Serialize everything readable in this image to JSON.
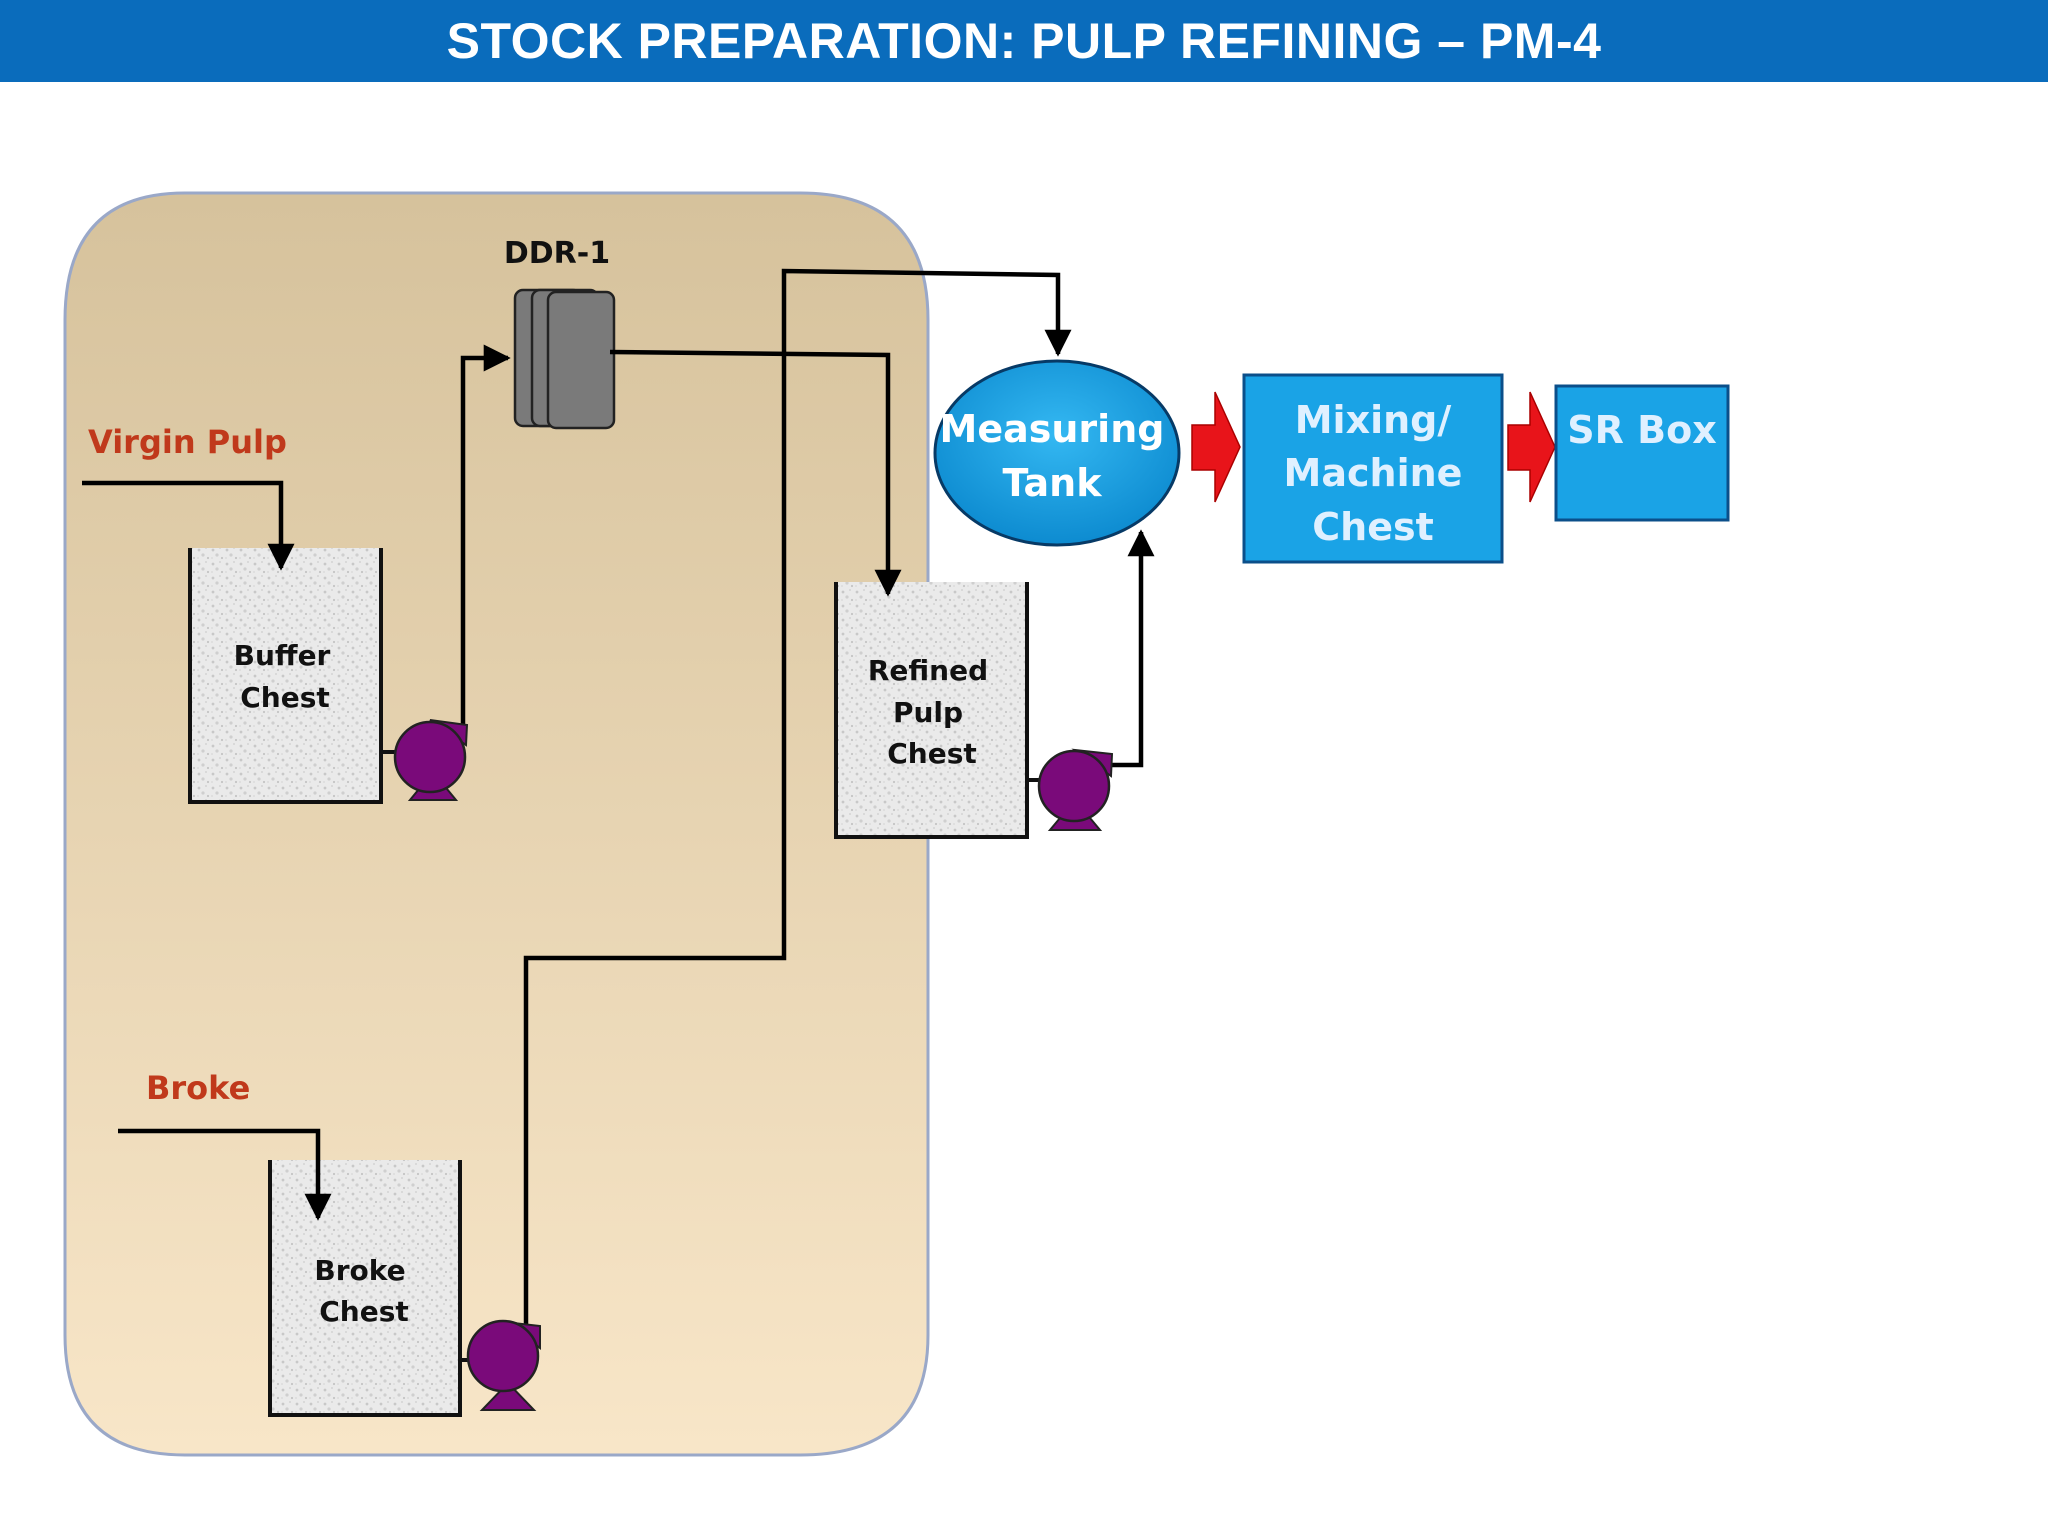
{
  "title": "STOCK PREPARATION: PULP REFINING – PM-4",
  "labels": {
    "virgin_pulp": "Virgin Pulp",
    "broke": "Broke",
    "refiner": "DDR-1"
  },
  "chests": {
    "buffer": [
      "Buffer",
      "Chest"
    ],
    "broke": [
      "Broke",
      "Chest"
    ],
    "refined": [
      "Refined",
      "Pulp",
      "Chest"
    ]
  },
  "process_boxes": {
    "measuring_tank": [
      "Measuring",
      "Tank"
    ],
    "mixing_chest": [
      "Mixing/",
      "Machine",
      "Chest"
    ],
    "sr_box": [
      "SR Box"
    ]
  },
  "colors": {
    "title_bar": "#0a6cbc",
    "area_fill": "#e3cfa6",
    "process_blue": "#1aa3e6",
    "input_label": "#c0391b",
    "pump": "#7a0a7a",
    "arrow_red": "#e8141a"
  }
}
